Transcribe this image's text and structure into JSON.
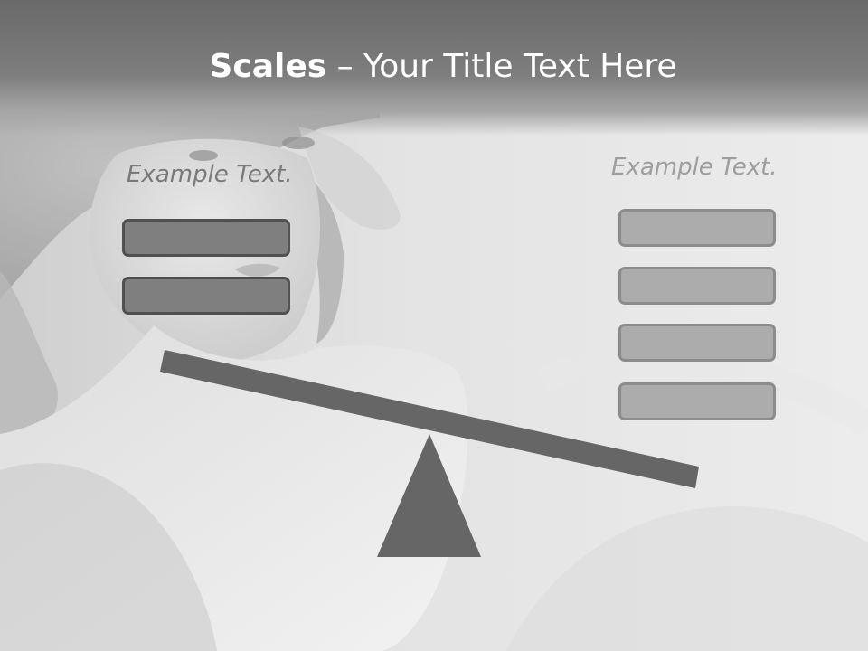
{
  "slide": {
    "title_bold": "Scales",
    "title_rest": " – Your Title Text Here",
    "left_caption": "Example Text.",
    "right_caption": "Example Text.",
    "left_boxes": [
      {
        "label": ""
      },
      {
        "label": ""
      }
    ],
    "right_boxes": [
      {
        "label": ""
      },
      {
        "label": ""
      },
      {
        "label": ""
      },
      {
        "label": ""
      }
    ]
  },
  "colors": {
    "title_bar": "#7d7d7d",
    "beam": "#666666",
    "fulcrum": "#666666",
    "left_box_fill": "#7f7f7f",
    "right_box_fill": "#acacac"
  },
  "icons": [
    "balance-beam",
    "fulcrum-triangle"
  ]
}
